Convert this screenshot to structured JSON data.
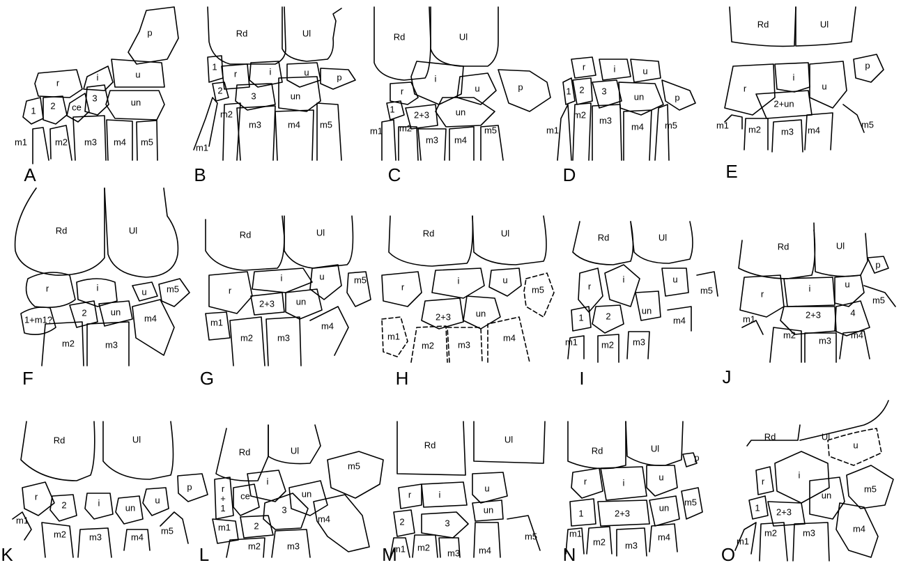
{
  "panels": [
    {
      "letter": "A",
      "bones": [
        "p",
        "u",
        "r",
        "i",
        "un",
        "ce",
        "3",
        "1",
        "2",
        "m1",
        "m2",
        "m3",
        "m4",
        "m5"
      ]
    },
    {
      "letter": "B",
      "bones": [
        "Rd",
        "Ul",
        "1",
        "r",
        "i",
        "u",
        "p",
        "2",
        "3",
        "un",
        "m2",
        "m3",
        "m4",
        "m5",
        "m1"
      ]
    },
    {
      "letter": "C",
      "bones": [
        "Rd",
        "Ul",
        "i",
        "r",
        "u",
        "p",
        "un",
        "1",
        "2+3",
        "m1",
        "m2",
        "m3",
        "m4",
        "m5"
      ]
    },
    {
      "letter": "D",
      "bones": [
        "r",
        "i",
        "u",
        "1",
        "2",
        "3",
        "un",
        "p",
        "m2",
        "m1",
        "m3",
        "m4",
        "m5"
      ]
    },
    {
      "letter": "E",
      "bones": [
        "Rd",
        "Ul",
        "p",
        "r",
        "i",
        "u",
        "2+un",
        "m1",
        "m2",
        "m3",
        "m4",
        "m5"
      ]
    },
    {
      "letter": "F",
      "bones": [
        "Rd",
        "Ul",
        "r",
        "i",
        "u",
        "m5",
        "1+m1?",
        "2",
        "un",
        "m4",
        "m2",
        "m3"
      ]
    },
    {
      "letter": "G",
      "bones": [
        "Rd",
        "Ul",
        "i",
        "u",
        "m5",
        "r",
        "2+3",
        "un",
        "m1",
        "m4",
        "m2",
        "m3"
      ]
    },
    {
      "letter": "H",
      "bones": [
        "Rd",
        "Ul",
        "r",
        "i",
        "u",
        "m5",
        "2+3",
        "un",
        "m1",
        "m2",
        "m3",
        "m4"
      ]
    },
    {
      "letter": "I",
      "bones": [
        "Rd",
        "Ul",
        "r",
        "i",
        "u",
        "m5",
        "1",
        "2",
        "un",
        "m4",
        "m1",
        "m2",
        "m3"
      ]
    },
    {
      "letter": "J",
      "bones": [
        "Rd",
        "Ul",
        "p",
        "r",
        "i",
        "u",
        "2+3",
        "4",
        "m5",
        "m1",
        "m2",
        "m3",
        "m4"
      ]
    },
    {
      "letter": "K",
      "bones": [
        "Rd",
        "Ul",
        "p",
        "r",
        "2",
        "i",
        "un",
        "u",
        "m1",
        "m5",
        "m2",
        "m3",
        "m4"
      ]
    },
    {
      "letter": "L",
      "bones": [
        "Rd",
        "Ul",
        "m5",
        "r\n+\n1",
        "ce",
        "i",
        "un",
        "3",
        "2",
        "m4",
        "m1",
        "m2",
        "m3"
      ]
    },
    {
      "letter": "M",
      "bones": [
        "Rd",
        "Ul",
        "r",
        "i",
        "u",
        "un",
        "2",
        "3",
        "m5",
        "m1",
        "m2",
        "m3",
        "m4"
      ]
    },
    {
      "letter": "N",
      "bones": [
        "Rd",
        "Ul",
        "p",
        "r",
        "i",
        "u",
        "m5",
        "1",
        "2+3",
        "un",
        "m1",
        "m2",
        "m3",
        "m4"
      ]
    },
    {
      "letter": "O",
      "bones": [
        "Rd",
        "Ul",
        "u",
        "r",
        "i",
        "un",
        "m5",
        "1",
        "2+3",
        "m4",
        "m1",
        "m2",
        "m3"
      ]
    }
  ]
}
